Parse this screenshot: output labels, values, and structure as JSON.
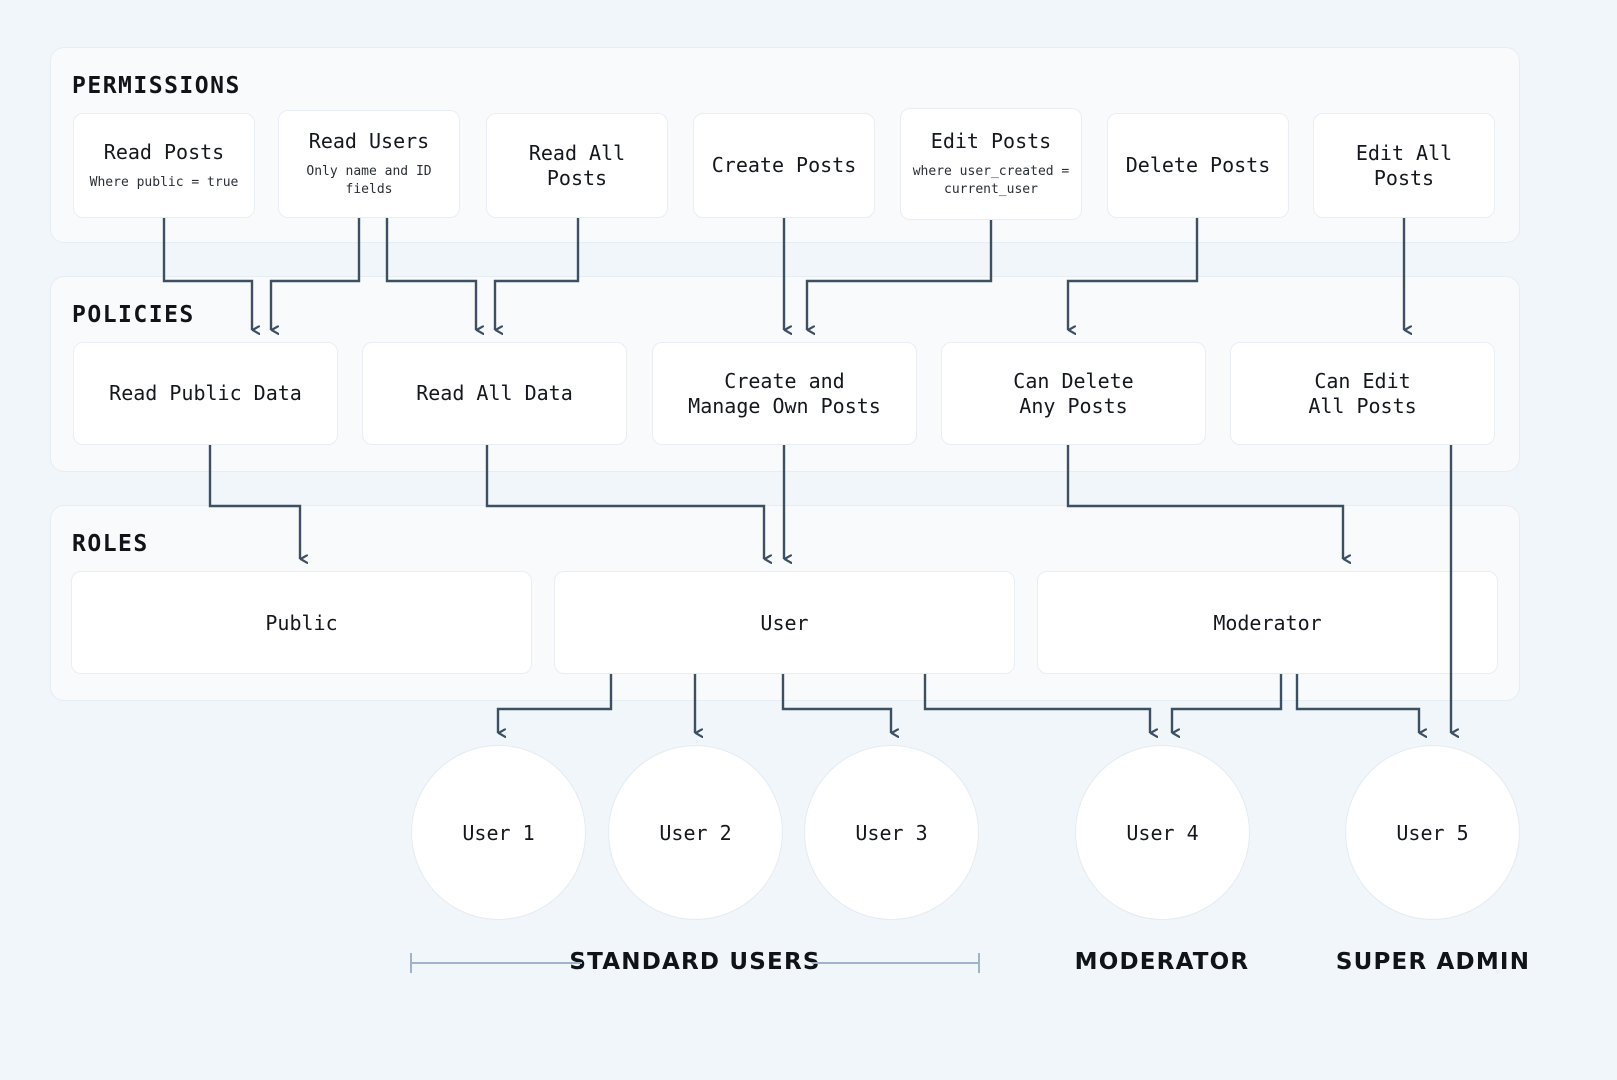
{
  "theme": {
    "page_bg": "#f1f6fa",
    "panel_bg": "#f8fafc",
    "card_bg": "#ffffff",
    "edge_color": "#3d4f63",
    "border_color": "#e8eef4",
    "text_color": "#14181d"
  },
  "sections": {
    "permissions": {
      "title": "PERMISSIONS"
    },
    "policies": {
      "title": "POLICIES"
    },
    "roles": {
      "title": "ROLES"
    }
  },
  "permissions": [
    {
      "id": "read-posts",
      "label": "Read Posts",
      "sub": "Where public = true"
    },
    {
      "id": "read-users",
      "label": "Read Users",
      "sub": "Only name and ID fields"
    },
    {
      "id": "read-all-posts",
      "label": "Read All Posts",
      "sub": ""
    },
    {
      "id": "create-posts",
      "label": "Create Posts",
      "sub": ""
    },
    {
      "id": "edit-posts",
      "label": "Edit Posts",
      "sub": "where user_created =\ncurrent_user"
    },
    {
      "id": "delete-posts",
      "label": "Delete Posts",
      "sub": ""
    },
    {
      "id": "edit-all-posts",
      "label": "Edit All Posts",
      "sub": ""
    }
  ],
  "policies": [
    {
      "id": "read-public-data",
      "label": "Read Public Data"
    },
    {
      "id": "read-all-data",
      "label": "Read All Data"
    },
    {
      "id": "create-manage",
      "label": "Create and\nManage Own Posts"
    },
    {
      "id": "can-delete-any",
      "label": "Can Delete\nAny Posts"
    },
    {
      "id": "can-edit-all",
      "label": "Can Edit\nAll Posts"
    }
  ],
  "roles": [
    {
      "id": "public",
      "label": "Public"
    },
    {
      "id": "user",
      "label": "User"
    },
    {
      "id": "moderator",
      "label": "Moderator"
    }
  ],
  "users": [
    {
      "id": "user-1",
      "label": "User 1"
    },
    {
      "id": "user-2",
      "label": "User 2"
    },
    {
      "id": "user-3",
      "label": "User 3"
    },
    {
      "id": "user-4",
      "label": "User 4"
    },
    {
      "id": "user-5",
      "label": "User 5"
    }
  ],
  "groups": [
    {
      "id": "standard-users",
      "label": "STANDARD USERS",
      "bracket": true
    },
    {
      "id": "moderator-group",
      "label": "MODERATOR",
      "bracket": false
    },
    {
      "id": "super-admin-group",
      "label": "SUPER ADMIN",
      "bracket": false
    }
  ]
}
